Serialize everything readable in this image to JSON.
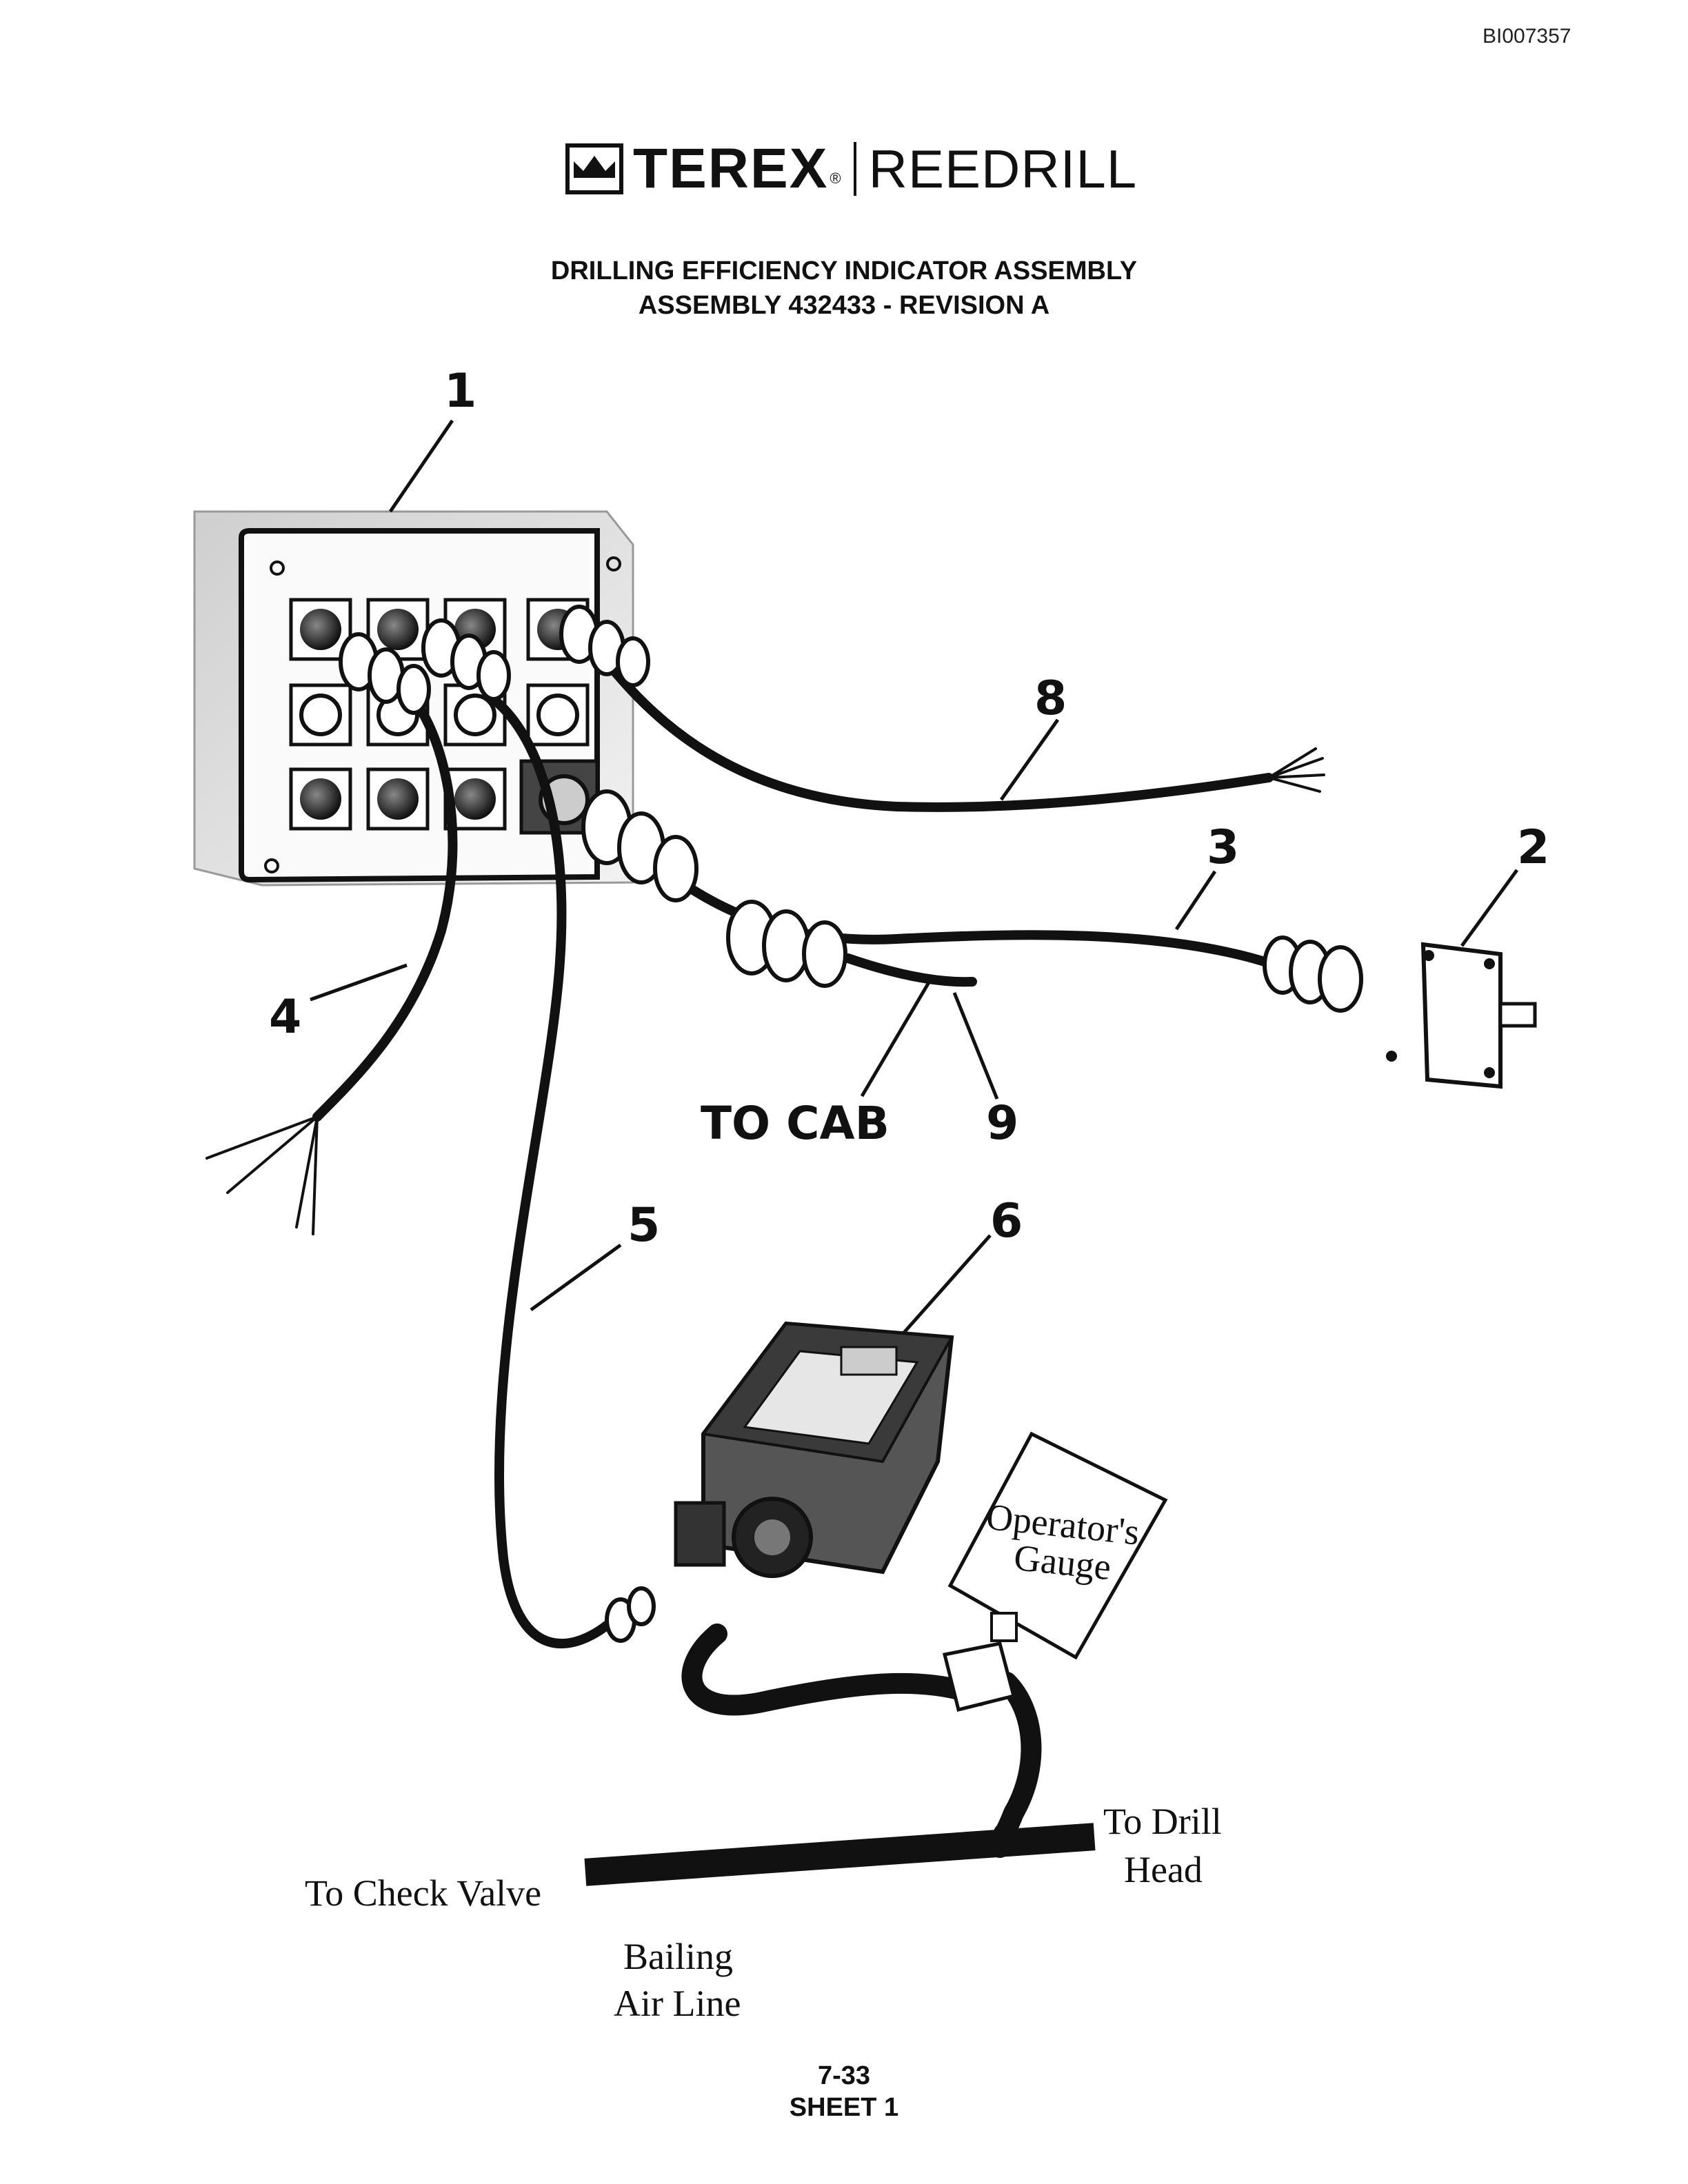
{
  "header": {
    "doc_id": "BI007357",
    "brand_name": "TEREX",
    "brand_reg": "®",
    "brand_sub": "REEDRILL",
    "title_line1": "DRILLING EFFICIENCY INDICATOR ASSEMBLY",
    "title_line2": "ASSEMBLY 432433 - REVISION A"
  },
  "callouts": {
    "c1": "1",
    "c2": "2",
    "c3": "3",
    "c4": "4",
    "c5": "5",
    "c6": "6",
    "c8": "8",
    "c9": "9"
  },
  "labels": {
    "to_cab": "TO CAB",
    "gauge_line1": "Operator's",
    "gauge_line2": "Gauge",
    "to_drill_head_line1": "To Drill",
    "to_drill_head_line2": "Head",
    "to_check_valve": "To Check Valve",
    "bailing_line1": "Bailing",
    "bailing_line2": "Air Line"
  },
  "footer": {
    "page_number": "7-33",
    "sheet": "SHEET 1"
  },
  "colors": {
    "ink": "#111111",
    "panel_shade": "#d8d8d8"
  }
}
